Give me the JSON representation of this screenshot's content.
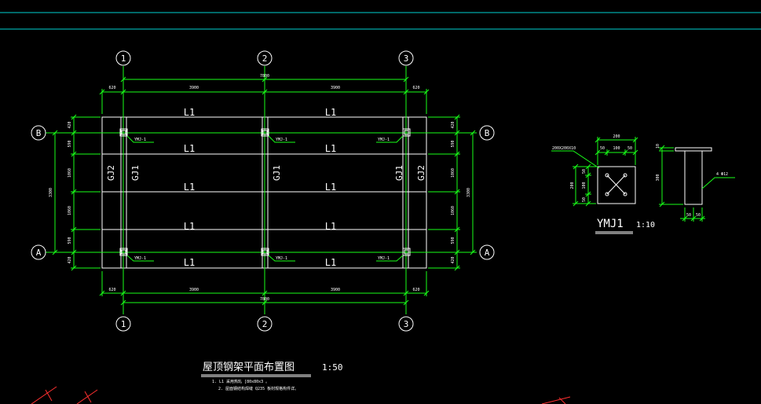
{
  "colors": {
    "background": "#000000",
    "line": "#ffffff",
    "dimension": "#19ff19",
    "frame": "#00cfcf",
    "marker": "#ff3030"
  },
  "plan": {
    "title": "屋顶钢架平面布置图",
    "scale": "1:50",
    "notes": [
      "1. L1 采用热轧 [80x80x3 。",
      "2. 屋面钢结构焊缝    Q235 板材规格构件详。"
    ],
    "axis_numbers_top": [
      "1",
      "2",
      "3"
    ],
    "axis_numbers_bottom": [
      "1",
      "2",
      "3"
    ],
    "axis_letters_left": [
      "B",
      "A"
    ],
    "axis_letters_right": [
      "B",
      "A"
    ],
    "dims_top": [
      "620",
      "3900",
      "3900",
      "620"
    ],
    "dims_top_total": "7800",
    "dims_bottom": [
      "620",
      "3900",
      "3900",
      "620"
    ],
    "dims_bottom_total": "7800",
    "dims_left": [
      "420",
      "590",
      "1060",
      "1060",
      "590",
      "420"
    ],
    "dims_left_total": "3300",
    "dims_right": [
      "420",
      "590",
      "1060",
      "1060",
      "590",
      "420"
    ],
    "dims_right_total": "3300",
    "beam_labels": [
      "L1",
      "L1",
      "L1",
      "L1",
      "L1",
      "L1",
      "L1",
      "L1",
      "L1",
      "L1"
    ],
    "frame_labels": [
      "GJ2",
      "GJ1",
      "GJ1",
      "GJ1",
      "GJ2"
    ],
    "embed_labels": [
      "YMJ-1",
      "YMJ-1",
      "YMJ-1",
      "YMJ-1",
      "YMJ-1",
      "YMJ-1"
    ]
  },
  "detail": {
    "title": "YMJ1",
    "scale": "1:10",
    "plate_note": "200X200X10",
    "anchor_note": "4 Φ12",
    "dims_top": [
      "50",
      "100",
      "50"
    ],
    "dims_top_total": "200",
    "dims_side": [
      "50",
      "100",
      "50"
    ],
    "dims_side_total": "200",
    "dims_bottom": [
      "50",
      "50"
    ],
    "dims_height": "300",
    "dims_plate": "10"
  }
}
